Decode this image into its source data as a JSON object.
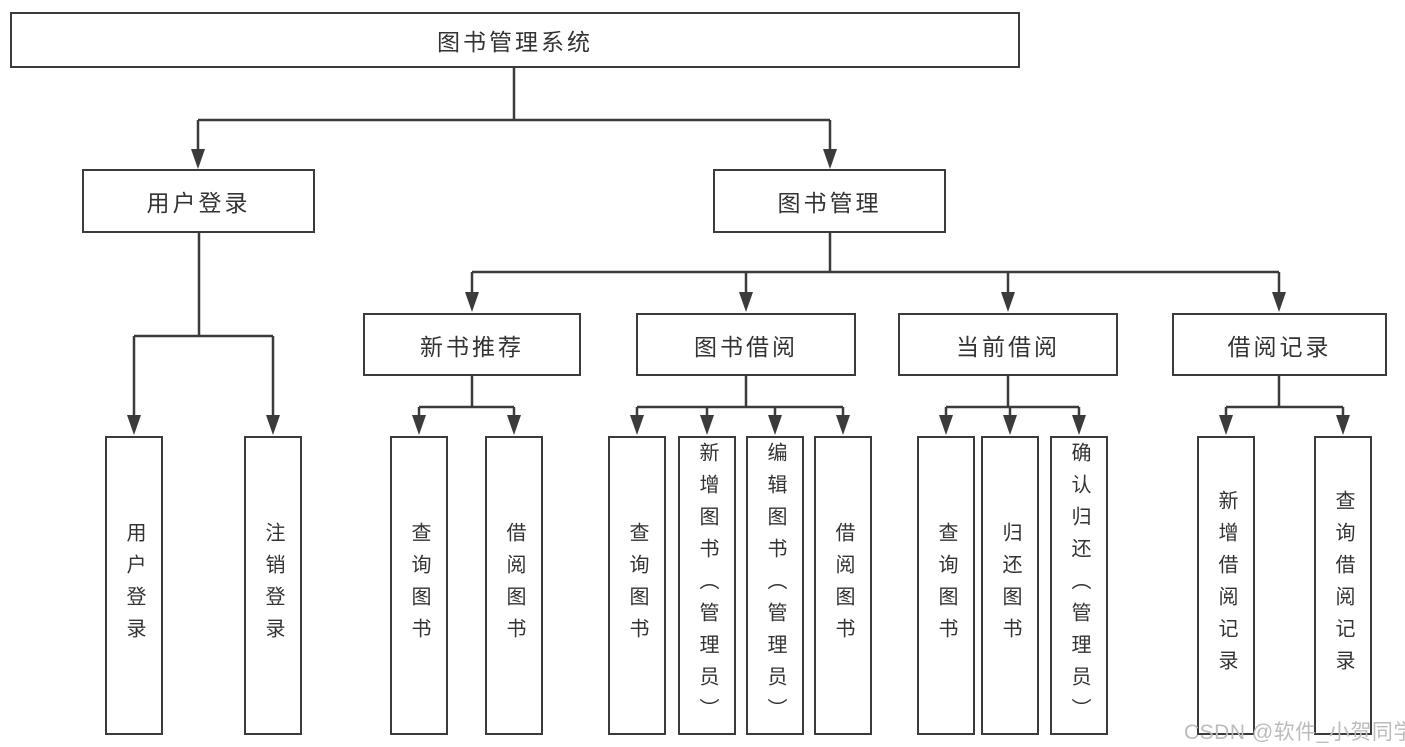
{
  "diagram": {
    "root": {
      "label": "图书管理系统"
    },
    "level2": [
      {
        "label": "用户登录"
      },
      {
        "label": "图书管理"
      }
    ],
    "level3": [
      {
        "label": "新书推荐"
      },
      {
        "label": "图书借阅"
      },
      {
        "label": "当前借阅"
      },
      {
        "label": "借阅记录"
      }
    ],
    "leaves": {
      "user_login": [
        {
          "label": "用户登录"
        },
        {
          "label": "注销登录"
        }
      ],
      "new_book_recommend": [
        {
          "label": "查询图书"
        },
        {
          "label": "借阅图书"
        }
      ],
      "book_borrow": [
        {
          "label": "查询图书"
        },
        {
          "label": "新增图书（管理员）"
        },
        {
          "label": "编辑图书（管理员）"
        },
        {
          "label": "借阅图书"
        }
      ],
      "current_borrow": [
        {
          "label": "查询图书"
        },
        {
          "label": "归还图书"
        },
        {
          "label": "确认归还（管理员）"
        }
      ],
      "borrow_record": [
        {
          "label": "新增借阅记录"
        },
        {
          "label": "查询借阅记录"
        }
      ]
    }
  },
  "watermark": {
    "text": "CSDN @软件_小贺同学"
  },
  "colors": {
    "line": "#3b3b3b",
    "text": "#333333",
    "watermark": "#bcbcbc",
    "background": "#ffffff"
  }
}
